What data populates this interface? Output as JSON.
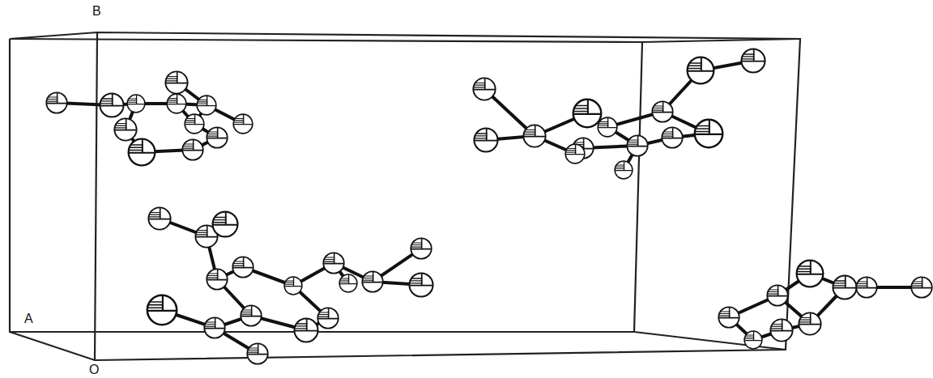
{
  "diagram": {
    "labels": [
      "B",
      "A",
      "O"
    ]
  }
}
